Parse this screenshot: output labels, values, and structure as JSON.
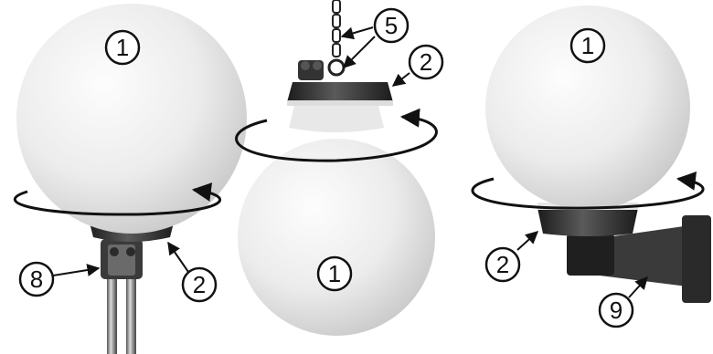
{
  "figure": {
    "callouts": {
      "globe_left": "1",
      "globe_center": "1",
      "globe_right": "1",
      "holder_left": "2",
      "holder_center": "2",
      "holder_right": "2",
      "chain": "5",
      "pole_clamp": "8",
      "wall_bracket": "9"
    }
  },
  "colors": {
    "globe_light": "#f2f2f2",
    "globe_shadow": "#c9c9c9",
    "holder": "#2b2b2b",
    "line": "#111111",
    "background": "#ffffff"
  }
}
